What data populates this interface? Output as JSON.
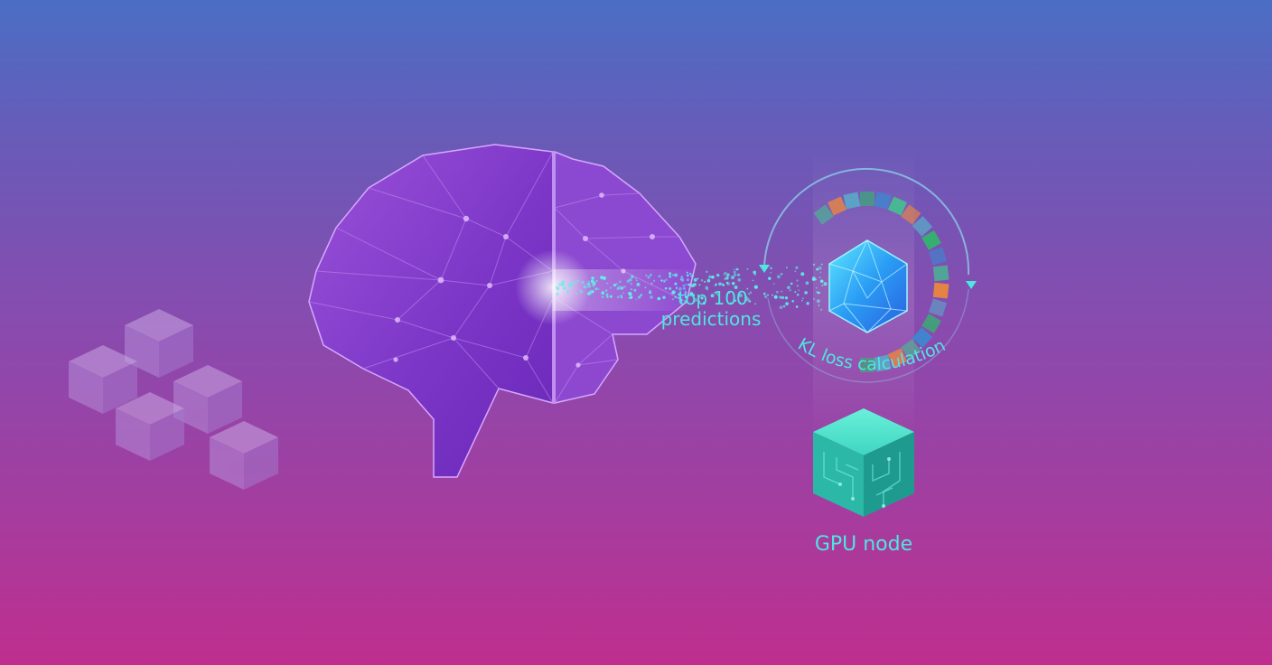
{
  "diagram": {
    "prediction_label_line1": "top 100",
    "prediction_label_line2": "predictions",
    "loss_label": "KL loss calculation",
    "node_label": "GPU node"
  },
  "colors": {
    "label": "#4fe6e0",
    "brain_purple": "#8a3fd0",
    "gem_blue": "#2a8cf0",
    "cube_teal": "#3ed6c0",
    "tile_green": "#2fb86a",
    "tile_orange": "#f08a3a",
    "tile_blue": "#3a8ad0"
  }
}
